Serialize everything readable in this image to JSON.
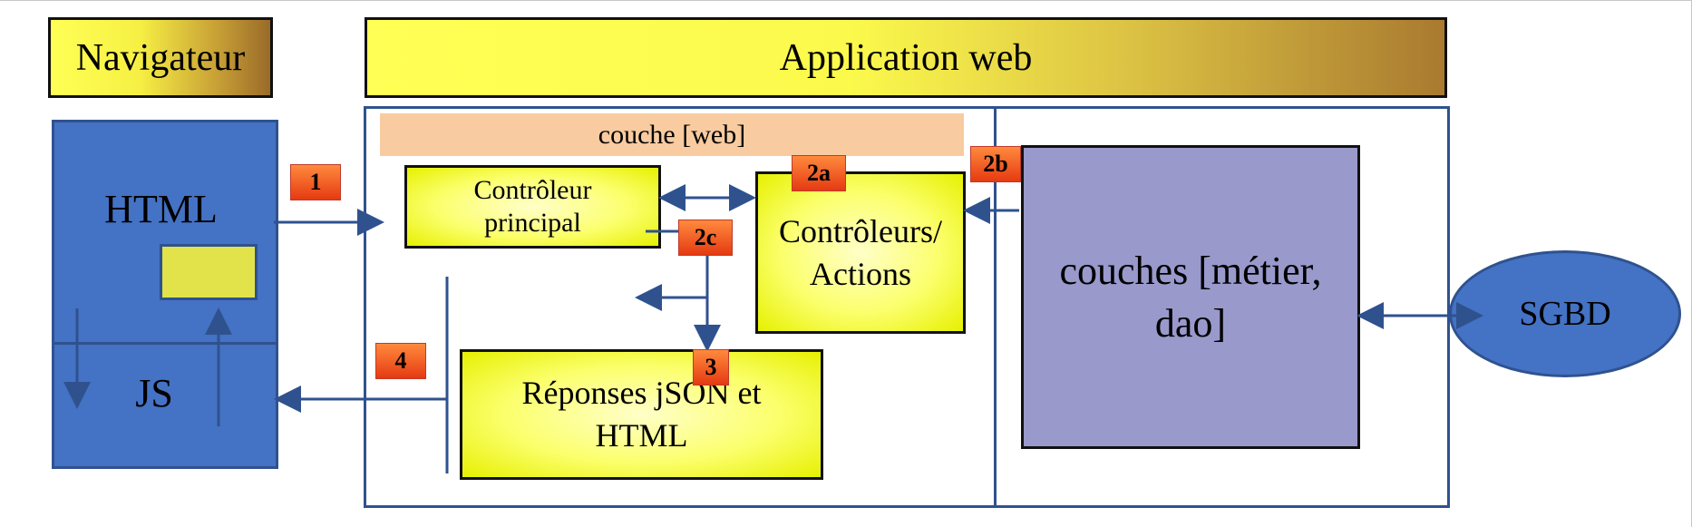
{
  "headers": {
    "navigateur": "Navigateur",
    "application": "Application web"
  },
  "browser": {
    "html_label": "HTML",
    "js_label": "JS"
  },
  "web_layer_label": "couche [web]",
  "boxes": {
    "controleur_principal": "Contrôleur principal",
    "controleurs_actions": "Contrôleurs/ Actions",
    "reponses": "Réponses jSON et HTML",
    "couches_metier": "couches [métier, dao]",
    "sgbd": "SGBD"
  },
  "steps": {
    "s1": "1",
    "s2a": "2a",
    "s2b": "2b",
    "s2c": "2c",
    "s3": "3",
    "s4": "4"
  },
  "colors": {
    "arrow": "#2f528f",
    "blue": "#4472c4",
    "purple": "#9999cc",
    "yellow": "#ffff66",
    "badge": "#f05a22",
    "web_band": "#f8cba0"
  }
}
